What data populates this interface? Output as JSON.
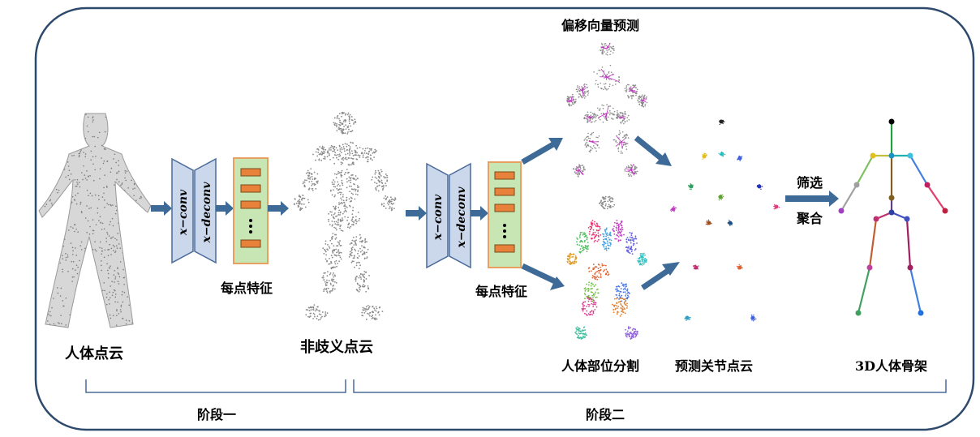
{
  "labels": {
    "human_point_cloud": "人体点云",
    "per_point_feature_1": "每点特征",
    "non_ambiguous_point_cloud": "非歧义点云",
    "per_point_feature_2": "每点特征",
    "offset_vector_prediction": "偏移向量预测",
    "body_part_segmentation": "人体部位分割",
    "predicted_joint_point_cloud": "预测关节点云",
    "filter_label": "筛选",
    "aggregate_label": "聚合",
    "skeleton_3d": "3D人体骨架",
    "stage_one": "阶段一",
    "stage_two": "阶段二"
  },
  "network_blocks": {
    "conv_label": "x−conv",
    "deconv_label": "x−deconv"
  },
  "colors": {
    "frame_stroke": "#2d4a6d",
    "arrow_fill": "#3d6a96",
    "trapezoid_fill": "#cbd8ec",
    "trapezoid_stroke": "#4a6a9a",
    "feature_box_fill": "#c7e6b4",
    "feature_box_stroke": "#e8a060",
    "feature_cell_fill": "#e8823a",
    "point_gray": "#8a8a8a",
    "bracket_stroke": "#4a6a9a"
  }
}
